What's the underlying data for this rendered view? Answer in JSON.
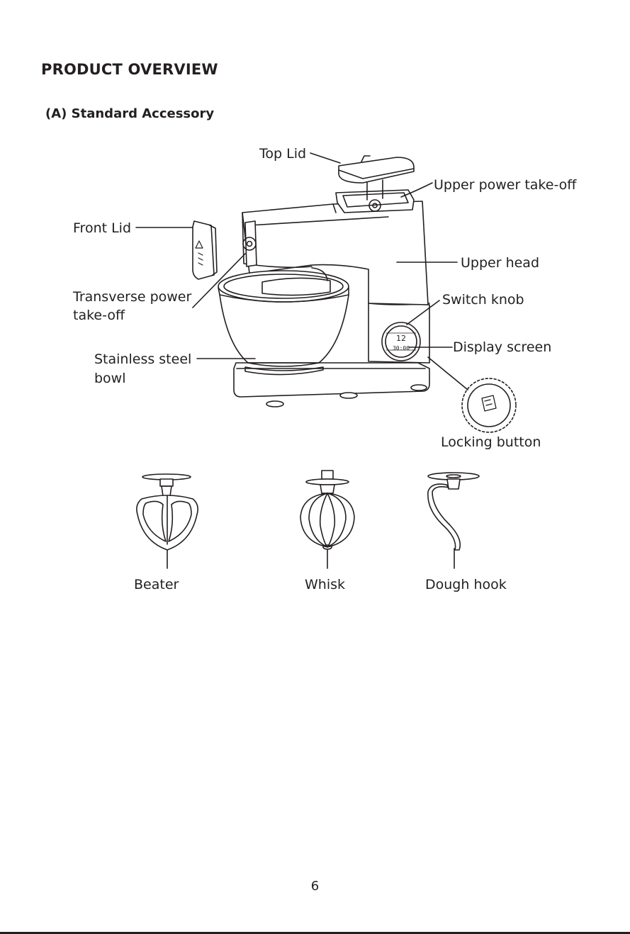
{
  "document": {
    "heading": "PRODUCT OVERVIEW",
    "section_title": "(A) Standard Accessory",
    "page_number": "6"
  },
  "diagram_labels": {
    "top_lid": "Top Lid",
    "upper_pto": "Upper power take-off",
    "front_lid": "Front Lid",
    "upper_head": "Upper head",
    "transverse_line1": "Transverse power",
    "transverse_line2": "take-off",
    "switch_knob": "Switch knob",
    "display_screen": "Display screen",
    "bowl_line1": "Stainless steel",
    "bowl_line2": "bowl",
    "locking_button": "Locking button"
  },
  "display_readout": {
    "speed": "12",
    "time": "30:00"
  },
  "accessories": [
    {
      "label": "Beater"
    },
    {
      "label": "Whisk"
    },
    {
      "label": "Dough hook"
    }
  ]
}
